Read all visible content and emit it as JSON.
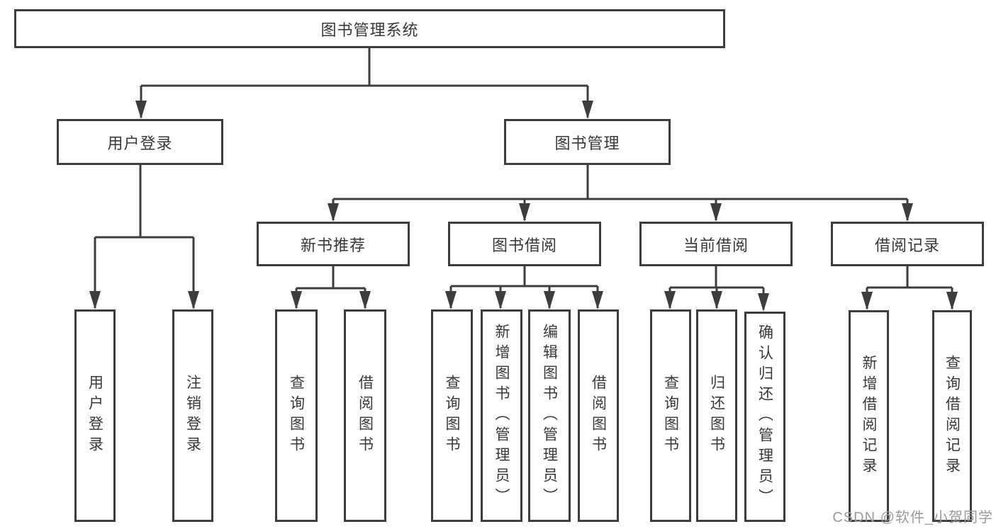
{
  "tree": {
    "root": "图书管理系统",
    "login": {
      "label": "用户登录",
      "children": [
        {
          "label": "用户登录"
        },
        {
          "label": "注销登录"
        }
      ]
    },
    "mgmt": {
      "label": "图书管理",
      "groups": [
        {
          "label": "新书推荐",
          "children": [
            {
              "label": "查询图书"
            },
            {
              "label": "借阅图书"
            }
          ]
        },
        {
          "label": "图书借阅",
          "children": [
            {
              "label": "查询图书"
            },
            {
              "label": "新增图书（管理员）"
            },
            {
              "label": "编辑图书（管理员）"
            },
            {
              "label": "借阅图书"
            }
          ]
        },
        {
          "label": "当前借阅",
          "children": [
            {
              "label": "查询图书"
            },
            {
              "label": "归还图书"
            },
            {
              "label": "确认归还（管理员）"
            }
          ]
        },
        {
          "label": "借阅记录",
          "children": [
            {
              "label": "新增借阅记录"
            },
            {
              "label": "查询借阅记录"
            }
          ]
        }
      ]
    }
  },
  "colors": {
    "line": "#3d3d3d",
    "text": "#383838",
    "watermark": "#9b9b9b"
  },
  "watermark": "CSDN @软件_小贺同学"
}
